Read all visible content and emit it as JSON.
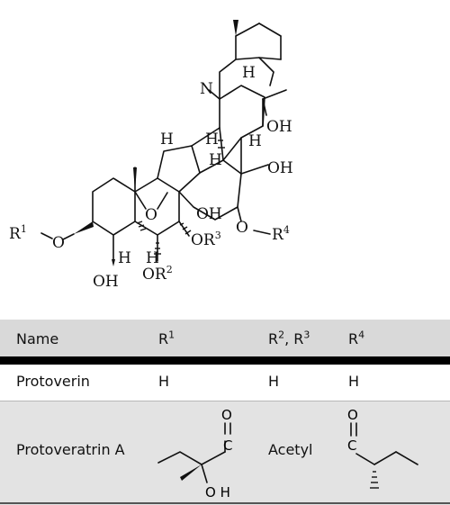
{
  "structure": {
    "atoms": {
      "R1": "R",
      "R1_sup": "1",
      "O_ring_left": "O",
      "O_bridge": "O",
      "H_c5": "H",
      "H_c6": "H",
      "H_top1": "H",
      "H_top2": "H",
      "H_top3": "H",
      "H_top4": "H",
      "N": "N",
      "H_N": "H",
      "OH_right1": "OH",
      "OH_right2": "OH",
      "OH_mid": "OH",
      "OH_bottom": "OH",
      "O_R4": "O",
      "R4": "R",
      "R4_sup": "4",
      "OR3": "OR",
      "OR3_sup": "3",
      "OR2": "OR",
      "OR2_sup": "2"
    }
  },
  "table": {
    "headers": {
      "name": "Name",
      "r1": "R",
      "r1_sup": "1",
      "r23": "R",
      "r23_sup1": "2",
      "r23_sep": ", R",
      "r23_sup2": "3",
      "r4": "R",
      "r4_sup": "4"
    },
    "rows": [
      {
        "name": "Protoverin",
        "r1": "H",
        "r23": "H",
        "r4": "H"
      },
      {
        "name": "Protoveratrin A",
        "r1_atoms": {
          "O": "O",
          "C": "C",
          "OH": "O H"
        },
        "r23": "Acetyl",
        "r4_atoms": {
          "O": "O",
          "C": "C"
        }
      }
    ]
  }
}
